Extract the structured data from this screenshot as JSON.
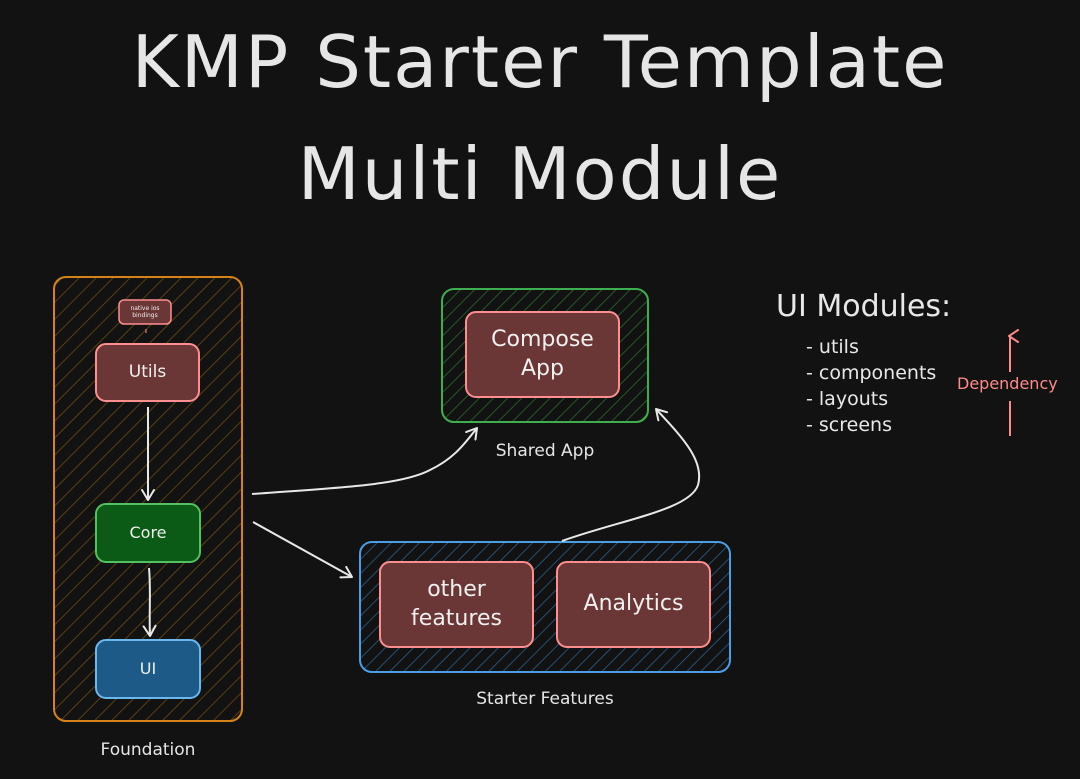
{
  "title": {
    "line1": "KMP Starter Template",
    "line2": "Multi Module"
  },
  "colors": {
    "background": "#121212",
    "foundation_border": "#d6841a",
    "shared_app_border": "#3fae4f",
    "starter_features_border": "#4a9ee6",
    "feature_box_fill": "#6b3636",
    "feature_box_border": "#ff8f8f",
    "core_fill": "#0b5a15",
    "core_border": "#53c15f",
    "ui_fill": "#1e5a87",
    "ui_border": "#6ab8f0",
    "arrow": "#e8e8e8",
    "dependency": "#ff8a8a"
  },
  "groups": {
    "foundation": {
      "caption": "Foundation",
      "modules": {
        "native_ios_bindings": "native ios\nbindings",
        "utils": "Utils",
        "core": "Core",
        "ui": "UI"
      }
    },
    "shared_app": {
      "caption": "Shared App",
      "modules": {
        "compose_app": "Compose\nApp"
      }
    },
    "starter_features": {
      "caption": "Starter Features",
      "modules": {
        "other_features": "other\nfeatures",
        "analytics": "Analytics"
      }
    }
  },
  "legend": {
    "title": "UI Modules:",
    "items": [
      "utils",
      "components",
      "layouts",
      "screens"
    ],
    "dependency_label": "Dependency",
    "dependency_direction": "up"
  },
  "edges": [
    {
      "from": "Utils",
      "to": "Core"
    },
    {
      "from": "Core",
      "to": "UI"
    },
    {
      "from": "Foundation",
      "to": "Shared App"
    },
    {
      "from": "Foundation",
      "to": "Starter Features"
    },
    {
      "from": "Starter Features",
      "to": "Shared App"
    }
  ]
}
